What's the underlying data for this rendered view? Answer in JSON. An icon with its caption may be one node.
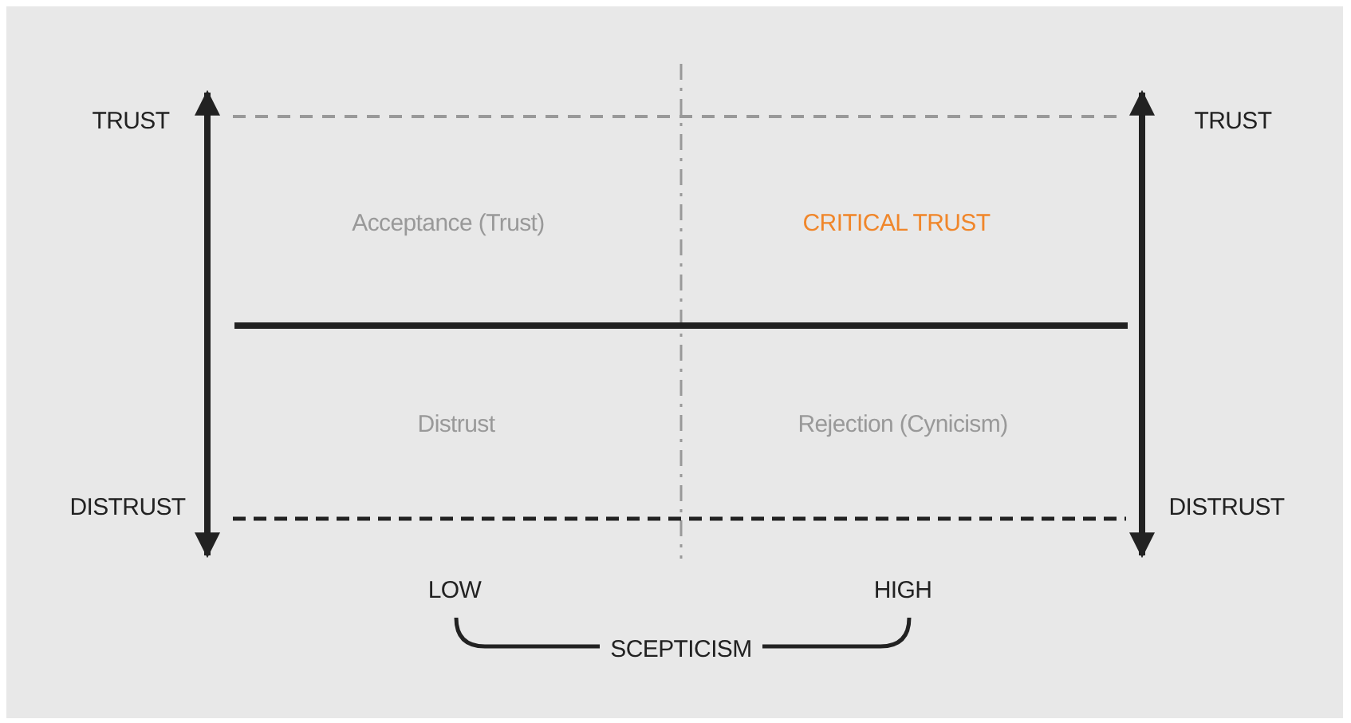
{
  "diagram": {
    "labels": [
      "TRUST",
      "TRUST",
      "Acceptance (Trust)",
      "CRITICAL TRUST",
      "Distrust",
      "Rejection (Cynicism)",
      "DISTRUST",
      "DISTRUST",
      "LOW",
      "HIGH",
      "SCEPTICISM"
    ]
  }
}
